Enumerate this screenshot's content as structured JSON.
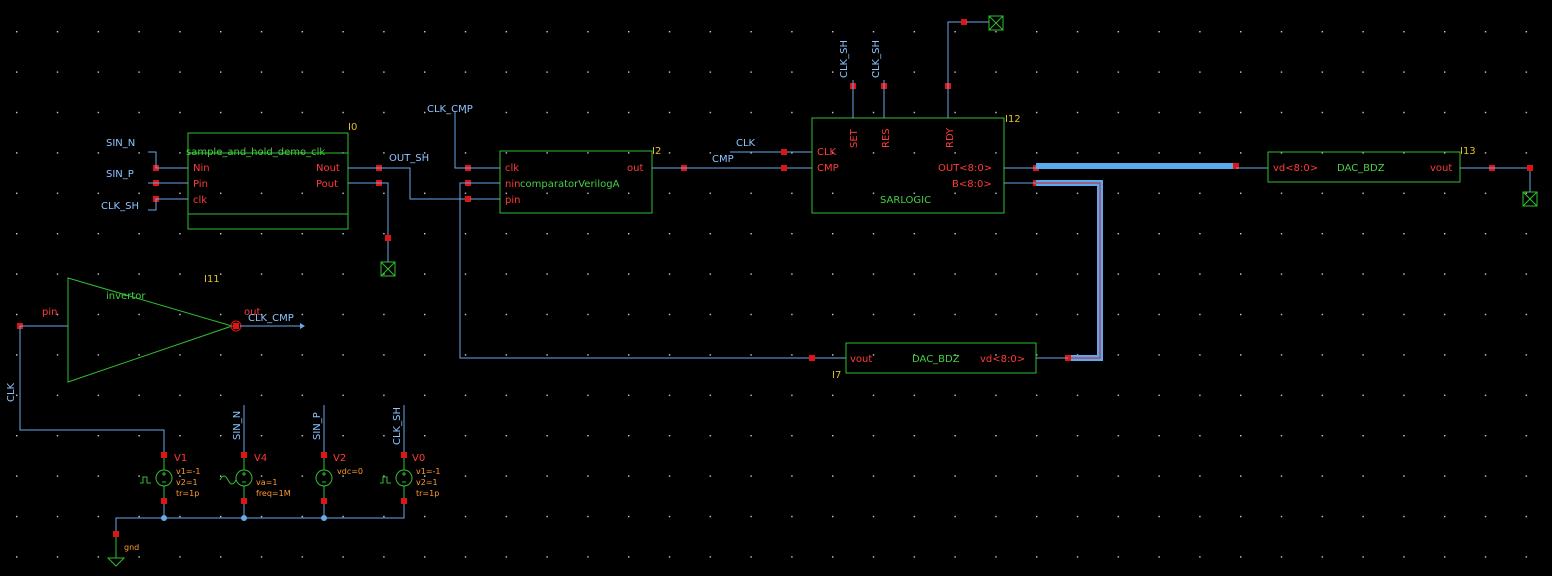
{
  "colors": {
    "background": "#000000",
    "wire": "#6aa8e8",
    "symbol": "#30c030",
    "pin": "#e01414",
    "instance": "#e0c028",
    "bus_highlight": "#5aaaf0"
  },
  "instances": {
    "sh": {
      "name": "I0",
      "cell": "sample_and_hold_demo_clk",
      "pins_left": [
        "Nin",
        "Pin",
        "clk"
      ],
      "pins_right": [
        "Nout",
        "Pout"
      ]
    },
    "cmp": {
      "name": "I2",
      "cell": "comparatorVerilogA",
      "pins_left": [
        "clk",
        "nin",
        "pin"
      ],
      "pin_right": "out"
    },
    "sar": {
      "name": "I12",
      "cell": "SARLOGIC",
      "pins_left": [
        "CLK",
        "CMP"
      ],
      "pins_right": [
        "OUT<8:0>",
        "B<8:0>"
      ],
      "pins_top": [
        "SET",
        "RES",
        "RDY"
      ]
    },
    "dac13": {
      "name": "I13",
      "cell": "DAC_BDZ",
      "pin_left": "vd<8:0>",
      "pin_right": "vout"
    },
    "dac7": {
      "name": "I7",
      "cell": "DAC_BDZ",
      "pin_left": "vout",
      "pin_right": "vd<8:0>"
    },
    "inv": {
      "name": "I11",
      "cell": "invertor",
      "pin_in": "pin",
      "pin_out": "out"
    }
  },
  "nets": {
    "sin_n": "SIN_N",
    "sin_p": "SIN_P",
    "clk_sh": "CLK_SH",
    "out_sh": "OUT_SH",
    "clk_cmp": "CLK_CMP",
    "clk": "CLK",
    "cmp": "CMP",
    "gnd": "gnd"
  },
  "sources": [
    {
      "name": "V1",
      "net": "CLK",
      "params": [
        "v1=-1",
        "v2=1",
        "tr=1p"
      ],
      "kind": "pulse"
    },
    {
      "name": "V4",
      "net": "SIN_N",
      "params": [
        "va=1",
        "freq=1M"
      ],
      "kind": "sine"
    },
    {
      "name": "V2",
      "net": "SIN_P",
      "params": [
        "vdc=0"
      ],
      "kind": "dc"
    },
    {
      "name": "V0",
      "net": "CLK_SH",
      "params": [
        "v1=-1",
        "v2=1",
        "tr=1p"
      ],
      "kind": "pulse"
    }
  ]
}
